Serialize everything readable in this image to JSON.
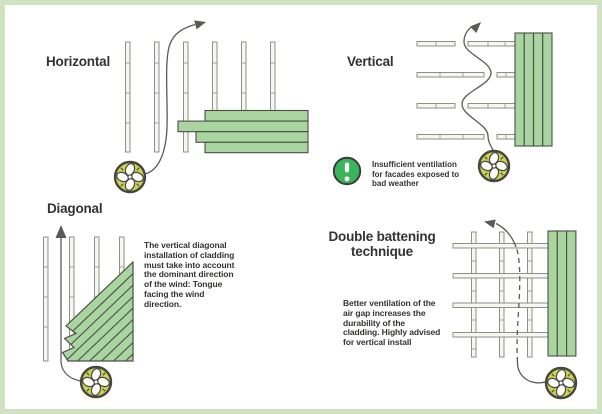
{
  "sections": {
    "horizontal": {
      "title": "Horizontal"
    },
    "vertical": {
      "title": "Vertical",
      "note_lines": [
        "Insufficient ventilation",
        "for facades exposed to",
        "bad weather"
      ]
    },
    "diagonal": {
      "title": "Diagonal",
      "description_lines": [
        "The vertical diagonal",
        "installation of cladding",
        "must take into account",
        "the dominant direction",
        "of the wind: Tongue",
        "facing the wind",
        "direction."
      ]
    },
    "double_battening": {
      "title_lines": [
        "Double battening",
        "technique"
      ],
      "description_lines": [
        "Better ventilation of the",
        "air gap increases the",
        "durability of the",
        "cladding. Highly advised",
        "for vertical install"
      ]
    }
  },
  "icons": {
    "fan": "ventilation-fan-icon",
    "airflow_arrow": "airflow-arrow-icon",
    "warning": "exclamation-circle-icon"
  },
  "colors": {
    "cladding_green": "#a9d5a1",
    "batten_fill": "#f7f7f2",
    "batten_stroke": "#8f8f88",
    "outline_dark": "#4d4d48",
    "fan_yellow_green": "#cbd351",
    "warning_green": "#3cb45c",
    "border_green": "#cfe2c1",
    "text": "#333331"
  }
}
